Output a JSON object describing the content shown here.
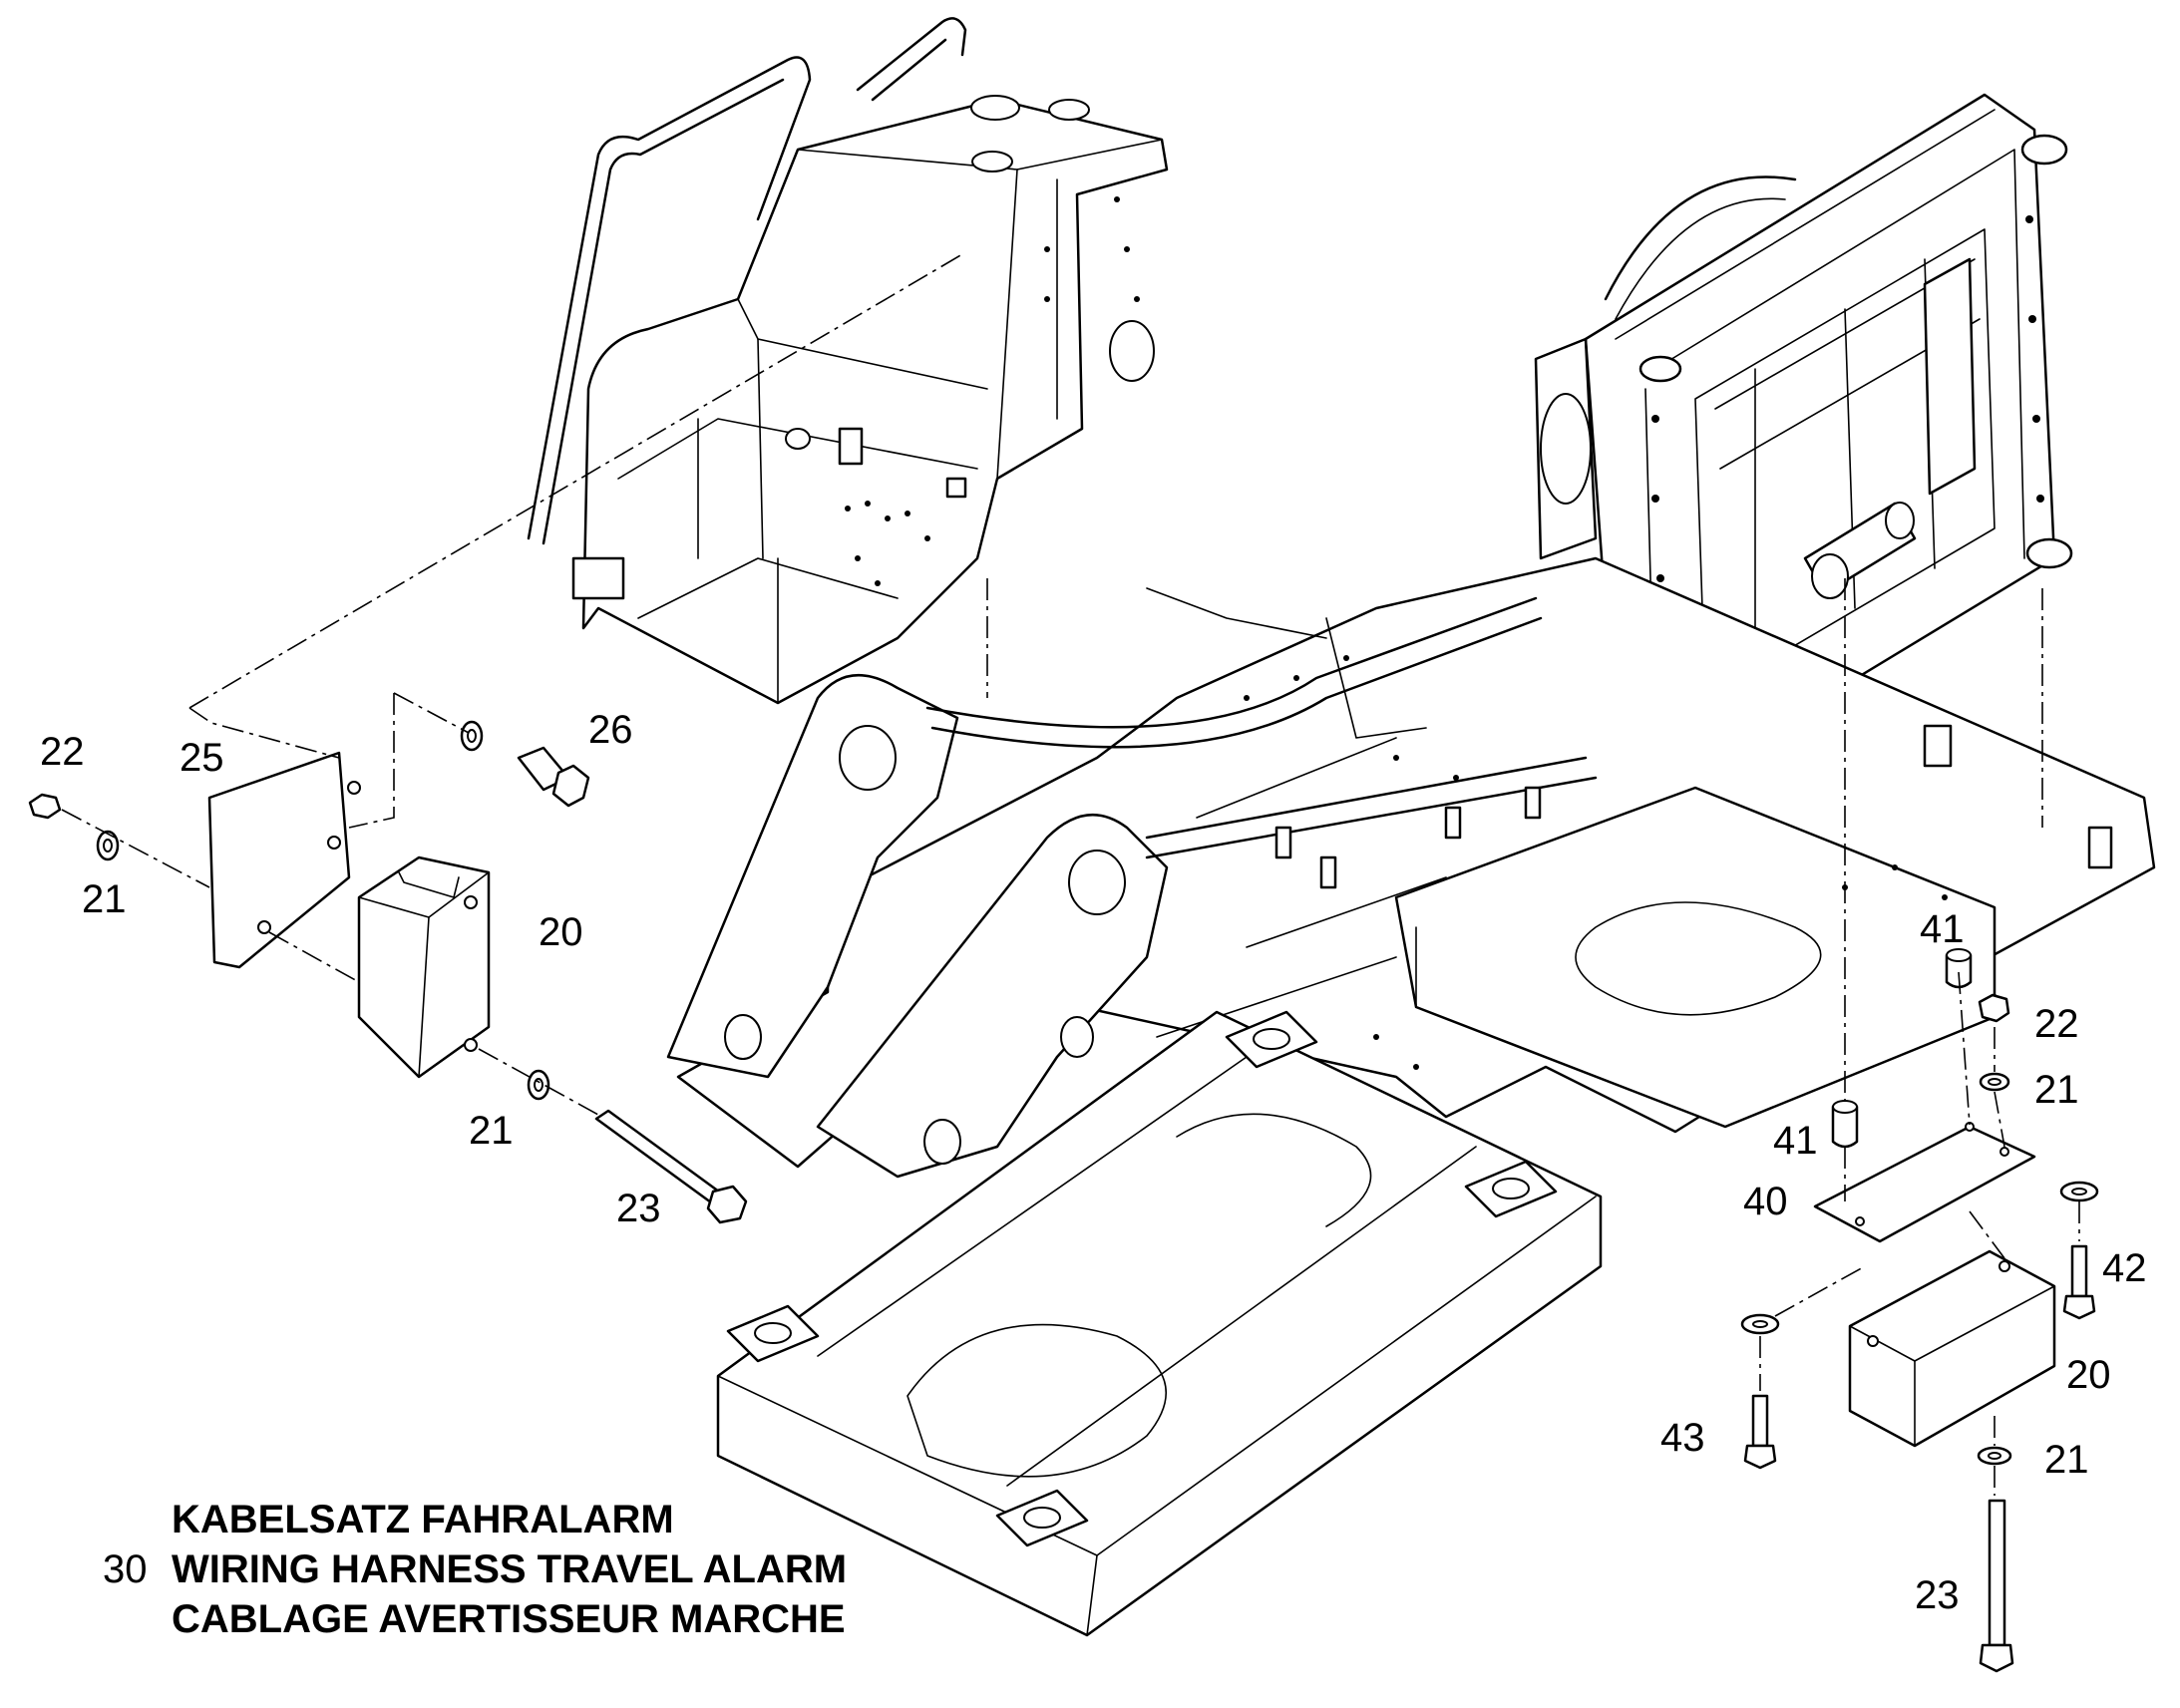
{
  "callouts": {
    "c22_left": "22",
    "c25": "25",
    "c21_left_top": "21",
    "c26": "26",
    "c20_left": "20",
    "c21_left_bottom": "21",
    "c23_left": "23",
    "c41_top": "41",
    "c22_right": "22",
    "c21_right_top": "21",
    "c41_bottom": "41",
    "c40": "40",
    "c42": "42",
    "c20_right": "20",
    "c43": "43",
    "c21_right_bottom": "21",
    "c23_right": "23"
  },
  "caption": {
    "number": "30",
    "line_de": "KABELSATZ FAHRALARM",
    "line_en": "WIRING HARNESS TRAVEL ALARM",
    "line_fr": "CABLAGE AVERTISSEUR MARCHE"
  }
}
